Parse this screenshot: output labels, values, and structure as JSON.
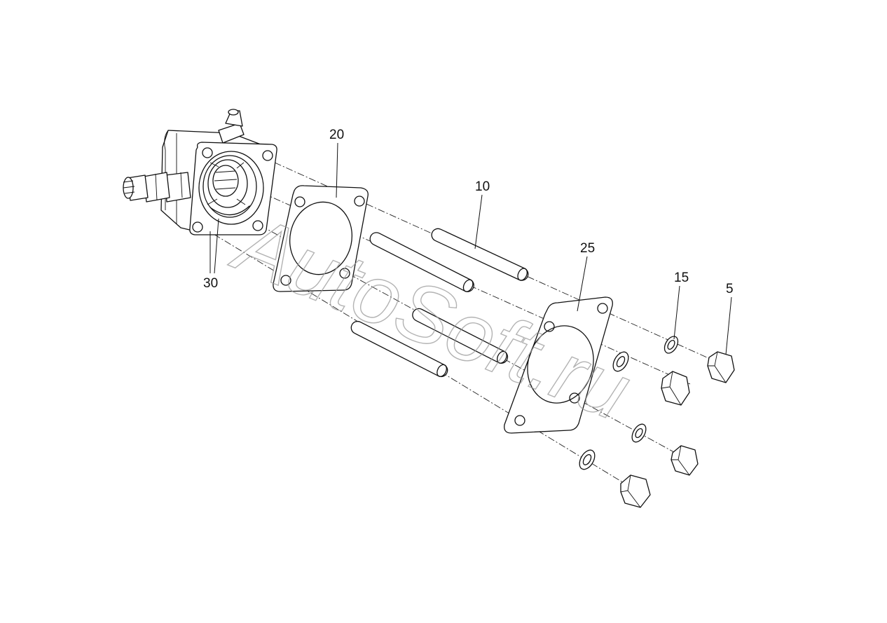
{
  "diagram": {
    "callouts": [
      {
        "id": "c20",
        "label": "20"
      },
      {
        "id": "c10",
        "label": "10"
      },
      {
        "id": "c25",
        "label": "25"
      },
      {
        "id": "c15",
        "label": "15"
      },
      {
        "id": "c5",
        "label": "5"
      },
      {
        "id": "c30",
        "label": "30"
      }
    ],
    "watermark": "AutoSoft.ru"
  }
}
